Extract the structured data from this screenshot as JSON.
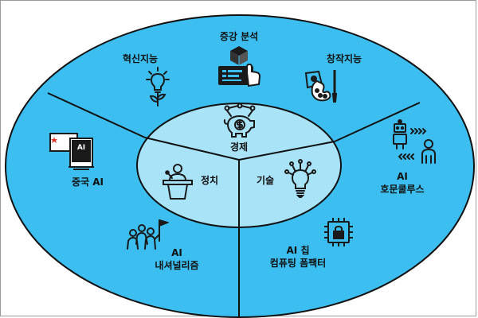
{
  "colors": {
    "outer_fill": "#3cbff0",
    "inner_fill": "#a9e3f8",
    "stroke": "#111111",
    "icon_dark": "#1a1a1a",
    "flag_red": "#e23b2f"
  },
  "outer_labels": {
    "augmented_analytics": "증강 분석",
    "innovation_intelligence": "혁신지능",
    "creative_intelligence": "창작지능",
    "ai_homunculus": [
      "AI",
      "호문쿨루스"
    ],
    "china_ai": "중국 AI",
    "ai_nationalism": [
      "AI",
      "내셔널리즘"
    ],
    "ai_chip_computing": [
      "AI 칩",
      "컴퓨팅 폼팩터"
    ]
  },
  "inner_labels": {
    "economy": "경제",
    "politics": "정치",
    "technology": "기술"
  },
  "icons": {
    "augmented_analytics": "cube-data-hand-icon",
    "innovation_intelligence": "lightbulb-plant-icon",
    "creative_intelligence": "palette-brush-icon",
    "ai_homunculus": "robot-human-exchange-icon",
    "china_ai": "china-flag-ai-icon",
    "ai_nationalism": "people-flag-icon",
    "ai_chip_computing": "chip-lock-icon",
    "economy": "piggy-bank-network-icon",
    "politics": "speaker-podium-icon",
    "technology": "circuit-lightbulb-icon"
  },
  "china_ai_flag_text": "AI"
}
